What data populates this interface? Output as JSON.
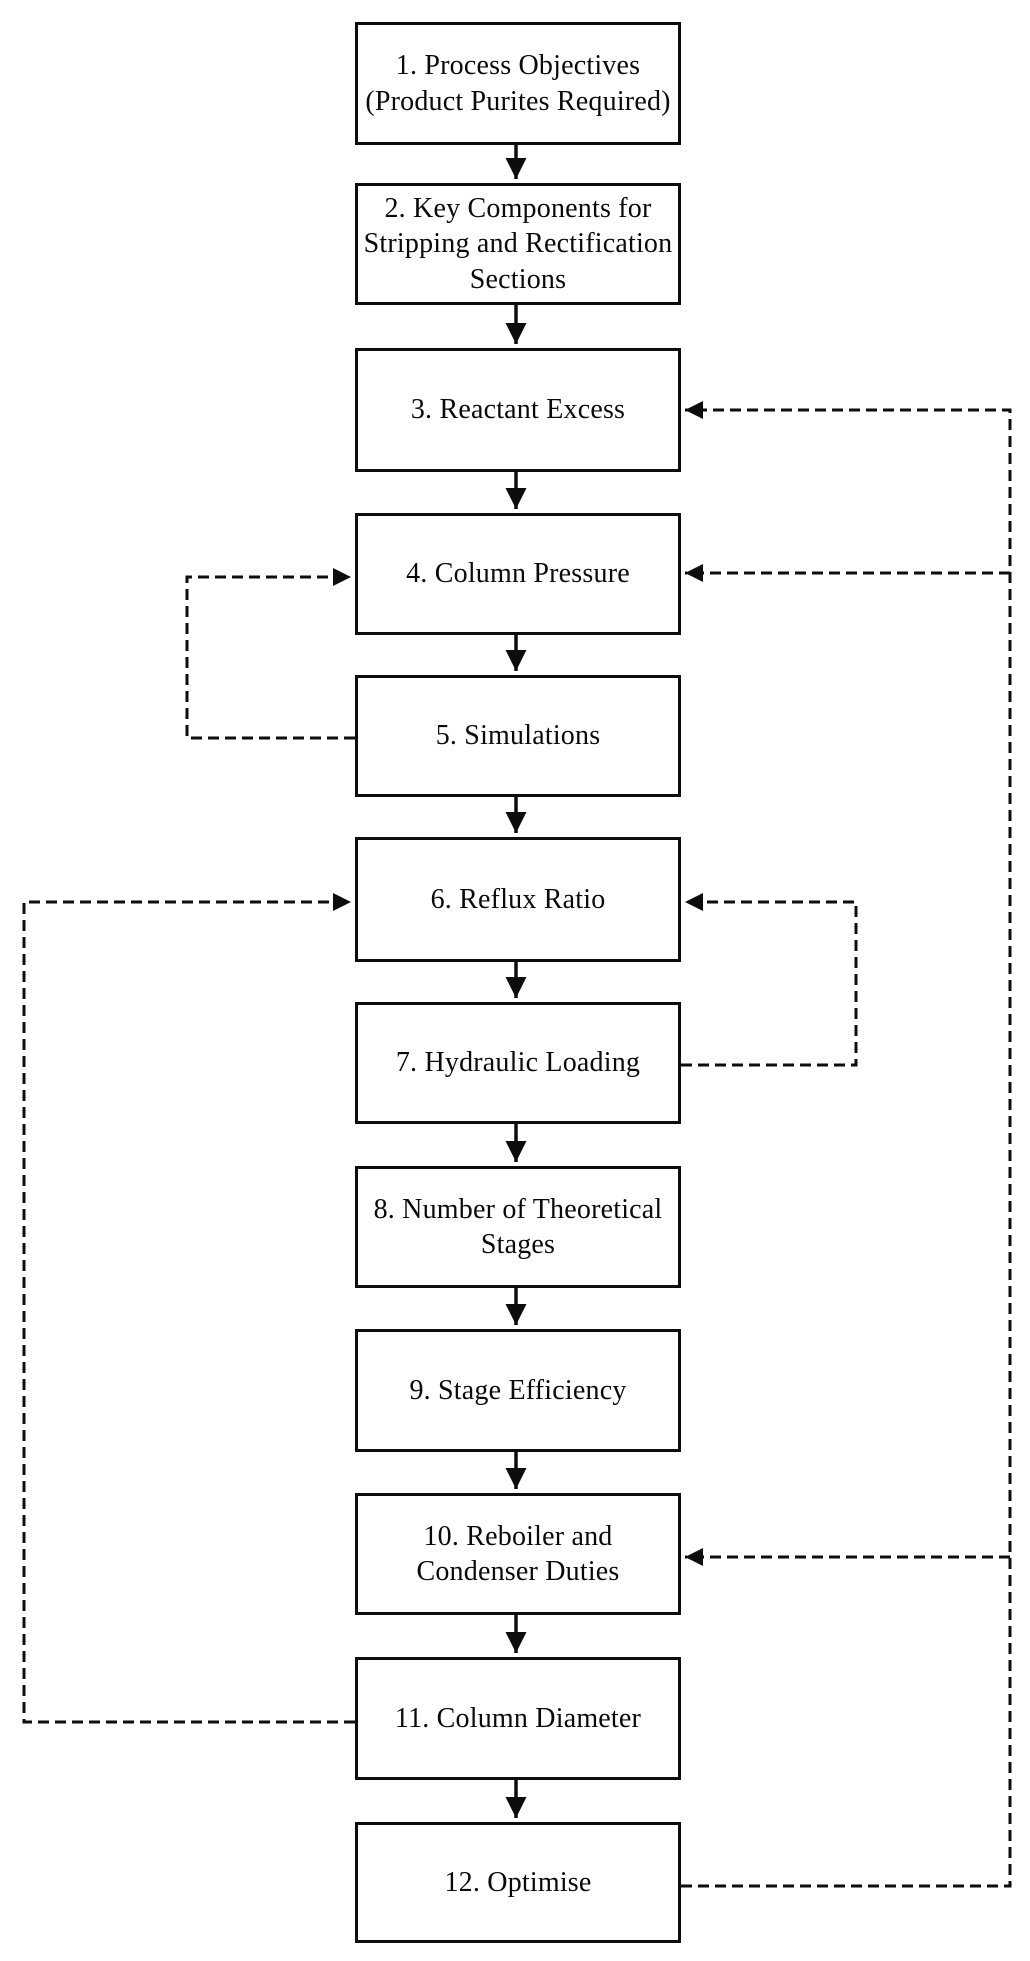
{
  "diagram": {
    "type": "flowchart",
    "ink_color": "#0d0d0d",
    "background_color": "#ffffff",
    "boxes": [
      {
        "step": 1,
        "label": "1. Process Objectives\n(Product Purites Required)"
      },
      {
        "step": 2,
        "label": "2. Key Components for\nStripping and Rectification\nSections"
      },
      {
        "step": 3,
        "label": "3. Reactant Excess"
      },
      {
        "step": 4,
        "label": "4. Column Pressure"
      },
      {
        "step": 5,
        "label": "5. Simulations"
      },
      {
        "step": 6,
        "label": "6. Reflux Ratio"
      },
      {
        "step": 7,
        "label": "7. Hydraulic Loading"
      },
      {
        "step": 8,
        "label": "8. Number of Theoretical\nStages"
      },
      {
        "step": 9,
        "label": "9. Stage Efficiency"
      },
      {
        "step": 10,
        "label": "10. Reboiler and\nCondenser Duties"
      },
      {
        "step": 11,
        "label": "11. Column Diameter"
      },
      {
        "step": 12,
        "label": "12. Optimise"
      }
    ],
    "solid_flows": [
      {
        "from": 1,
        "to": 2
      },
      {
        "from": 2,
        "to": 3
      },
      {
        "from": 3,
        "to": 4
      },
      {
        "from": 4,
        "to": 5
      },
      {
        "from": 5,
        "to": 6
      },
      {
        "from": 6,
        "to": 7
      },
      {
        "from": 7,
        "to": 8
      },
      {
        "from": 8,
        "to": 9
      },
      {
        "from": 9,
        "to": 10
      },
      {
        "from": 10,
        "to": 11
      },
      {
        "from": 11,
        "to": 12
      }
    ],
    "dashed_feedbacks": [
      {
        "from": 5,
        "to": 4,
        "route": "left"
      },
      {
        "from": 7,
        "to": 6,
        "route": "right"
      },
      {
        "from": 11,
        "to": 6,
        "route": "far-left"
      },
      {
        "from": 12,
        "to": 3,
        "route": "far-right"
      },
      {
        "from": 12,
        "to": 4,
        "route": "far-right"
      },
      {
        "from": 12,
        "to": 10,
        "route": "far-right"
      }
    ]
  }
}
